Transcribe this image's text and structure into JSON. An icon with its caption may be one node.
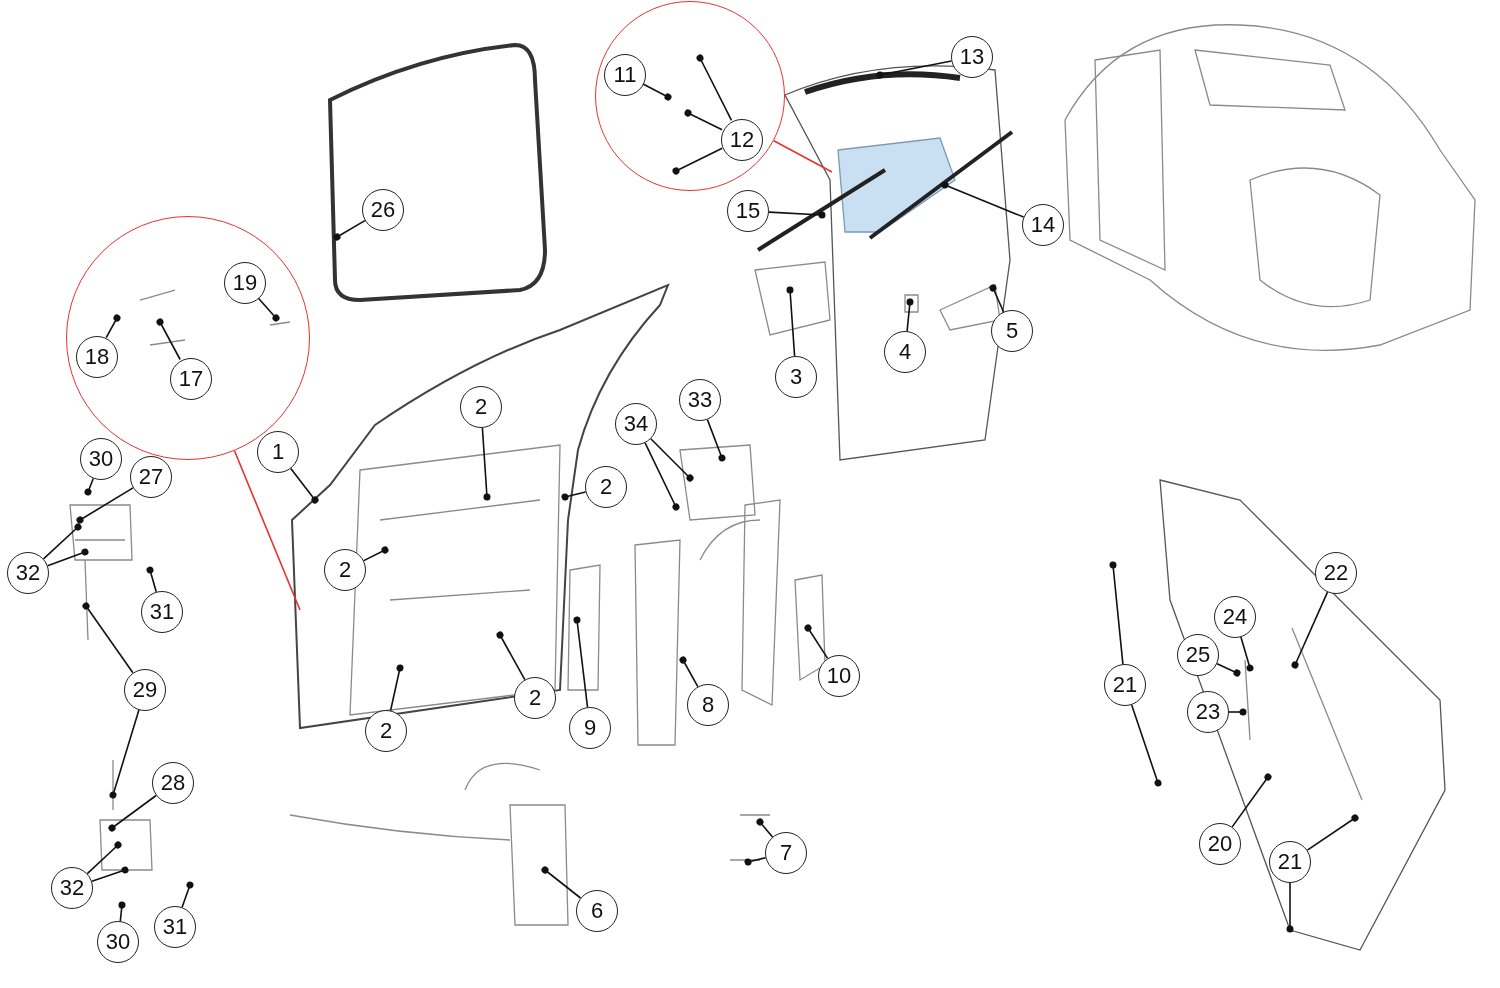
{
  "diagram": {
    "nodes": [
      {
        "text": [],
        "shape": "circle"
      },
      {
        "text": [
          "11"
        ],
        "in": 0
      },
      {
        "text": [
          "12"
        ],
        "in": 0
      },
      {
        "text": [
          "13"
        ]
      },
      {
        "text": [
          "14"
        ]
      },
      {
        "text": [
          "15"
        ]
      },
      {
        "text": [
          "26"
        ]
      },
      {
        "text": [],
        "shape": "circle"
      },
      {
        "text": [
          "19"
        ],
        "in": 7
      },
      {
        "text": [
          "18"
        ],
        "in": 7
      },
      {
        "text": [
          "17"
        ],
        "in": 7
      },
      {
        "text": [
          "3"
        ]
      },
      {
        "text": [
          "4"
        ]
      },
      {
        "text": [
          "5"
        ]
      },
      {
        "text": [
          "1"
        ]
      },
      {
        "text": [
          "2"
        ]
      },
      {
        "text": [
          "2"
        ]
      },
      {
        "text": [
          "30"
        ]
      },
      {
        "text": [
          "27"
        ]
      },
      {
        "text": [
          "34"
        ]
      },
      {
        "text": [
          "33"
        ]
      },
      {
        "text": [
          "2"
        ]
      },
      {
        "text": [
          "32"
        ]
      },
      {
        "text": [
          "31"
        ]
      },
      {
        "text": [
          "22"
        ]
      },
      {
        "text": [
          "24"
        ]
      },
      {
        "text": [
          "25"
        ]
      },
      {
        "text": [
          "21"
        ]
      },
      {
        "text": [
          "10"
        ]
      },
      {
        "text": [
          "23"
        ]
      },
      {
        "text": [
          "29"
        ]
      },
      {
        "text": [
          "2"
        ]
      },
      {
        "text": [
          "8"
        ]
      },
      {
        "text": [
          "9"
        ]
      },
      {
        "text": [
          "2"
        ]
      },
      {
        "text": [
          "28"
        ]
      },
      {
        "text": [
          "20"
        ]
      },
      {
        "text": [
          "7"
        ]
      },
      {
        "text": [
          "21"
        ]
      },
      {
        "text": [
          "32"
        ]
      },
      {
        "text": [
          "6"
        ]
      },
      {
        "text": [
          "31"
        ]
      },
      {
        "text": [
          "30"
        ]
      }
    ],
    "edges": [
      {
        "from": 1,
        "to": null,
        "arrow": "other"
      },
      {
        "from": 2,
        "to": null,
        "arrow": "other"
      },
      {
        "from": 2,
        "to": null,
        "arrow": "other"
      },
      {
        "from": 2,
        "to": null,
        "arrow": "other"
      },
      {
        "from": 3,
        "to": null,
        "arrow": "other"
      },
      {
        "from": 4,
        "to": null,
        "arrow": "other"
      },
      {
        "from": 5,
        "to": null,
        "arrow": "other"
      },
      {
        "from": 6,
        "to": null,
        "arrow": "other"
      },
      {
        "from": 8,
        "to": null,
        "arrow": "other"
      },
      {
        "from": 9,
        "to": null,
        "arrow": "other"
      },
      {
        "from": 10,
        "to": null,
        "arrow": "other"
      },
      {
        "from": 11,
        "to": null,
        "arrow": "other"
      },
      {
        "from": 12,
        "to": null,
        "arrow": "other"
      },
      {
        "from": 13,
        "to": null,
        "arrow": "other"
      },
      {
        "from": 14,
        "to": null,
        "arrow": "other"
      },
      {
        "from": 15,
        "to": null,
        "arrow": "other"
      },
      {
        "from": 16,
        "to": null,
        "arrow": "other"
      },
      {
        "from": 17,
        "to": null,
        "arrow": "other"
      },
      {
        "from": 18,
        "to": null,
        "arrow": "other"
      },
      {
        "from": 19,
        "to": null,
        "arrow": "other"
      },
      {
        "from": 19,
        "to": null,
        "arrow": "other"
      },
      {
        "from": 20,
        "to": null,
        "arrow": "other"
      },
      {
        "from": 21,
        "to": null,
        "arrow": "other"
      },
      {
        "from": 22,
        "to": null,
        "arrow": "other"
      },
      {
        "from": 22,
        "to": null,
        "arrow": "other"
      },
      {
        "from": 23,
        "to": null,
        "arrow": "other"
      },
      {
        "from": 24,
        "to": null,
        "arrow": "other"
      },
      {
        "from": 25,
        "to": null,
        "arrow": "other"
      },
      {
        "from": 26,
        "to": null,
        "arrow": "other"
      },
      {
        "from": 27,
        "to": null,
        "arrow": "other"
      },
      {
        "from": 27,
        "to": null,
        "arrow": "other"
      },
      {
        "from": 28,
        "to": null,
        "arrow": "other"
      },
      {
        "from": 29,
        "to": null,
        "arrow": "other"
      },
      {
        "from": 30,
        "to": null,
        "arrow": "other"
      },
      {
        "from": 30,
        "to": null,
        "arrow": "other"
      },
      {
        "from": 31,
        "to": null,
        "arrow": "other"
      },
      {
        "from": 32,
        "to": null,
        "arrow": "other"
      },
      {
        "from": 33,
        "to": null,
        "arrow": "other"
      },
      {
        "from": 34,
        "to": null,
        "arrow": "other"
      },
      {
        "from": 35,
        "to": null,
        "arrow": "other"
      },
      {
        "from": 36,
        "to": null,
        "arrow": "other"
      },
      {
        "from": 37,
        "to": null,
        "arrow": "other"
      },
      {
        "from": 37,
        "to": null,
        "arrow": "other"
      },
      {
        "from": 38,
        "to": null,
        "arrow": "other"
      },
      {
        "from": 38,
        "to": null,
        "arrow": "other"
      },
      {
        "from": 39,
        "to": null,
        "arrow": "other"
      },
      {
        "from": 39,
        "to": null,
        "arrow": "other"
      },
      {
        "from": 40,
        "to": null,
        "arrow": "other"
      },
      {
        "from": 41,
        "to": null,
        "arrow": "other"
      },
      {
        "from": 42,
        "to": null,
        "arrow": "other"
      },
      {
        "from": 7,
        "to": null,
        "arrow": "none",
        "color": "#e8322f"
      },
      {
        "from": 0,
        "to": null,
        "arrow": "none",
        "color": "#e8322f"
      }
    ]
  }
}
